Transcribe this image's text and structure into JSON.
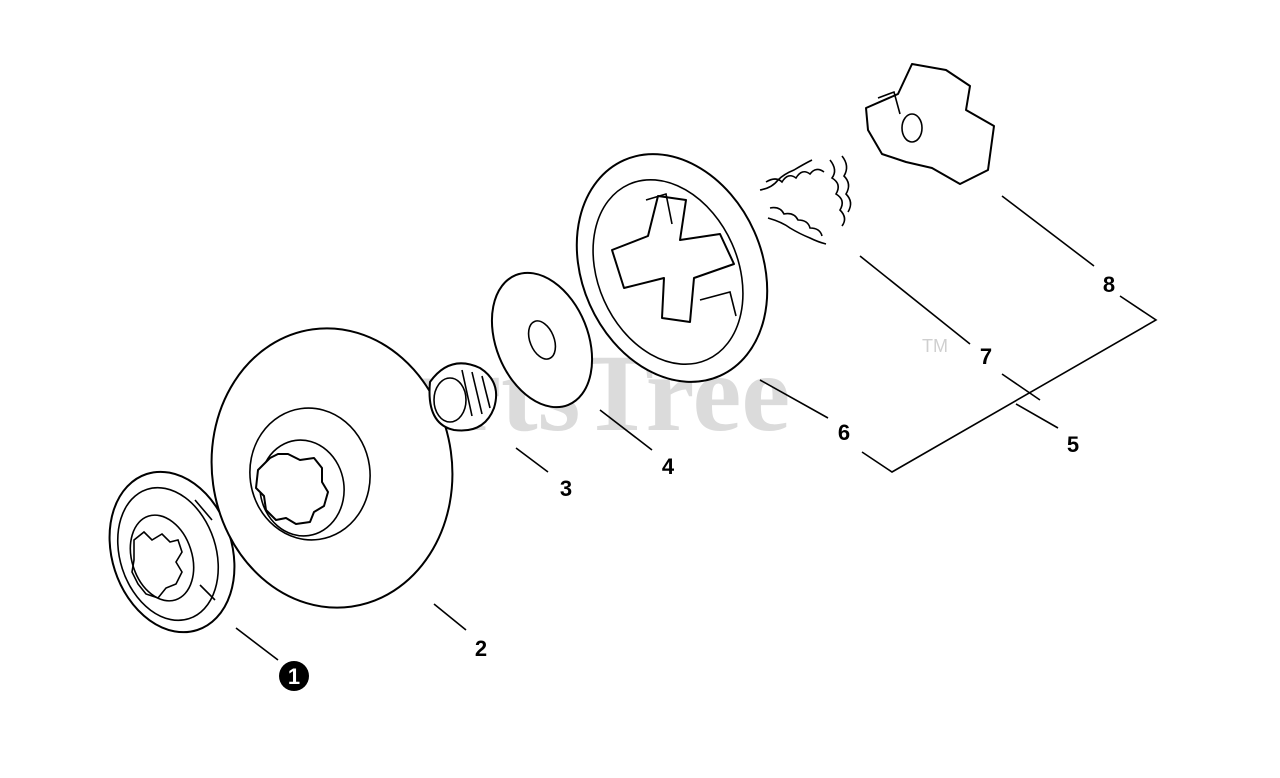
{
  "diagram": {
    "watermark": "PartsTree",
    "trademark": "TM",
    "callouts": [
      {
        "id": "c1",
        "label": "1",
        "highlighted": true
      },
      {
        "id": "c2",
        "label": "2"
      },
      {
        "id": "c3",
        "label": "3"
      },
      {
        "id": "c4",
        "label": "4"
      },
      {
        "id": "c5",
        "label": "5"
      },
      {
        "id": "c6",
        "label": "6"
      },
      {
        "id": "c7",
        "label": "7"
      },
      {
        "id": "c8",
        "label": "8"
      }
    ],
    "colors": {
      "line": "#000000",
      "background": "#ffffff",
      "watermark": "#cfcfcf"
    }
  }
}
